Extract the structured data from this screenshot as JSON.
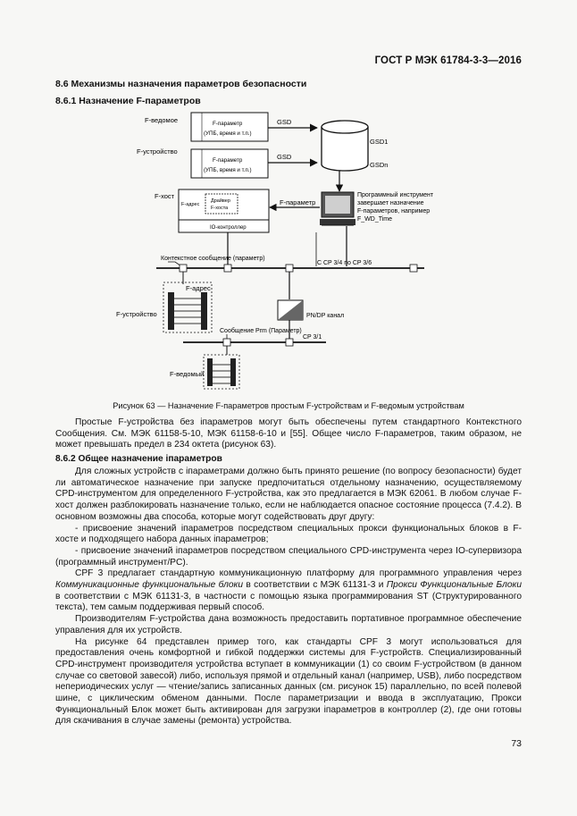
{
  "header": {
    "standard": "ГОСТ Р МЭК 61784-3-3—2016"
  },
  "section": {
    "title": "8.6 Механизмы назначения параметров безопасности",
    "sub1": "8.6.1 Назначение F-параметров",
    "sub2": "8.6.2 Общее назначение iпараметров"
  },
  "figure": {
    "labels": {
      "f_slave_top": "F-ведомое",
      "f_device_top": "F-устройство",
      "fparam_box1_l1": "F-параметр",
      "fparam_box1_l2": "(УПБ, время и т.п.)",
      "fparam_box2_l1": "F-параметр",
      "fparam_box2_l2": "(УПБ, время и т.п.)",
      "gsd_arrow1": "GSD",
      "gsd_arrow2": "GSD",
      "gsd1": "GSD1",
      "gsdn": "GSDn",
      "f_host": "F-хост",
      "f_addr_small": "F-адрес",
      "driver_l1": "Драйвер",
      "driver_l2": "F-хоста",
      "io_controller": "IO-контроллер",
      "fparam_arrow": "F-параметр",
      "tool_l1": "Программный инструмент",
      "tool_l2": "завершает назначение",
      "tool_l3": "F-параметров, например",
      "tool_l4": "F_WD_Time",
      "context_msg": "Контекстное сообщение (параметр)",
      "cp_bus": "С CP 3/4 по CP 3/6",
      "f_addr": "F-адрес",
      "f_device_bottom": "F-устройство",
      "pn_dp": "PN/DP канал",
      "prm_msg": "Сообщение Prm (Параметр)",
      "cp31": "CP 3/1",
      "f_slave_bottom": "F-ведомый"
    },
    "caption": "Рисунок 63 — Назначение F-параметров простым F-устройствам и F-ведомым устройствам"
  },
  "body": {
    "p1": "Простые F-устройства без iпараметров могут быть обеспечены путем стандартного Контекстного Сообщения. См. МЭК 61158-5-10, МЭК 61158-6-10 и [55]. Общее число F-параметров, таким образом, не может превышать предел в 234 октета (рисунок 63).",
    "p2": "Для сложных устройств с iпараметрами должно быть принято решение (по вопросу безопасности) будет ли автоматическое назначение при запуске предпочитаться отдельному назначению, осуществляемому CPD-инструментом для определенного F-устройства, как это предлагается в МЭК 62061. В любом случае F-хост должен разблокировать назначение только, если не наблюдается опасное состояние процесса (7.4.2). В основном возможны два способа, которые могут содействовать друг другу:",
    "li1": "- присвоение значений iпараметров посредством специальных прокси функциональных блоков в F-хосте и подходящего набора данных iпараметров;",
    "li2": "- присвоение значений iпараметров посредством специального CPD-инструмента через IO-супервизора (программный инструмент/PC).",
    "p3_a": "CPF 3 предлагает стандартную коммуникационную платформу для программного управления через ",
    "p3_i1": "Коммуникационные функциональные блоки",
    "p3_b": " в соответствии с МЭК 61131-3 и ",
    "p3_i2": "Прокси Функциональные Блоки",
    "p3_c": " в соответствии с МЭК 61131-3, в частности с помощью языка программирования ST (Структурированного текста), тем самым поддерживая первый способ.",
    "p4": "Производителям F-устройства дана возможность предоставить портативное программное обеспечение управления для их устройств.",
    "p5": "На рисунке 64 представлен пример того, как стандарты CPF 3 могут использоваться для предоставления очень комфортной и гибкой поддержки системы для F-устройств. Специализированный CPD-инструмент производителя устройства вступает в коммуникации (1) со своим F-устройством (в данном случае со световой завесой) либо, используя прямой и отдельный канал (например, USB), либо посредством непериодических услуг — чтение/запись записанных данных (см. рисунок 15) параллельно, по всей полевой шине, с циклическим обменом данными. После параметризации и ввода в эксплуатацию, Прокси Функциональный Блок может быть активирован для загрузки iпараметров в контроллер (2), где они готовы для скачивания в случае замены (ремонта) устройства."
  },
  "page_number": "73"
}
